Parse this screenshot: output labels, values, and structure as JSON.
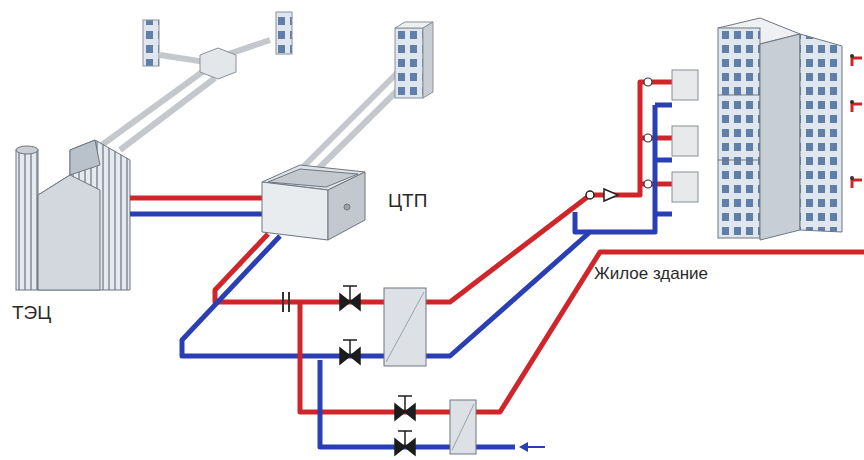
{
  "diagram": {
    "labels": [
      "ТЭЦ",
      "ЦТП",
      "Жилое здание"
    ]
  }
}
